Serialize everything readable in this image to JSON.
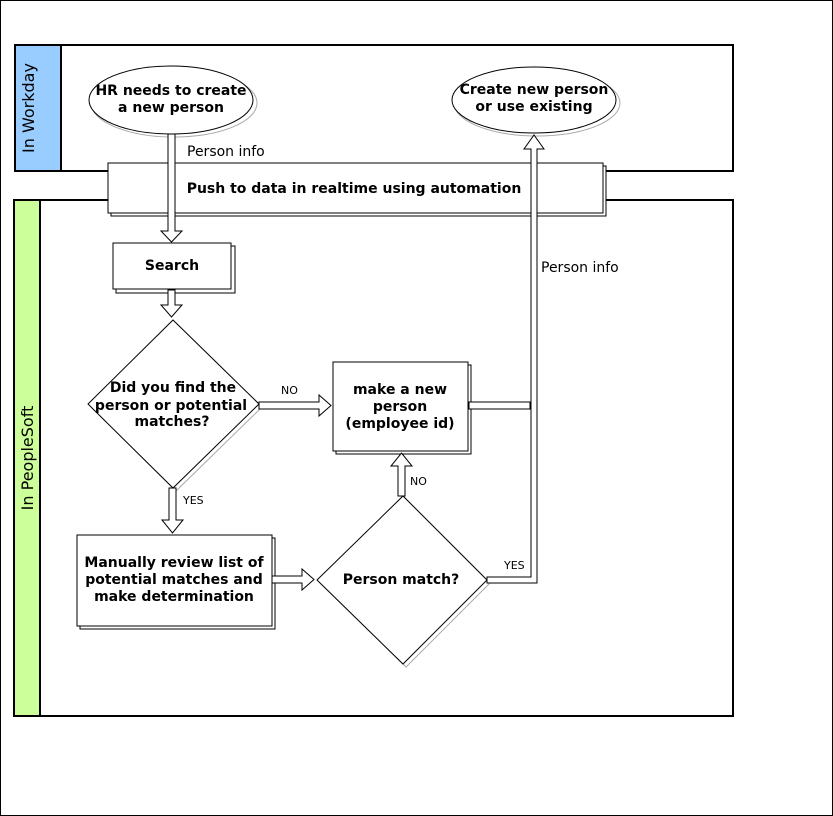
{
  "colors": {
    "workday_lane": "#99ccff",
    "peoplesoft_lane": "#ccff99",
    "stroke": "#000000",
    "shadow": "#aaaaaa"
  },
  "lanes": {
    "workday": "In Workday",
    "peoplesoft": "In PeopleSoft"
  },
  "nodes": {
    "start": [
      "HR needs to create",
      "a new person"
    ],
    "end": [
      "Create new person",
      "or use existing"
    ],
    "push": "Push to data in realtime using automation",
    "search": "Search",
    "did_find": [
      "Did you find the",
      "person or potential",
      "matches?"
    ],
    "make_new": [
      "make a new",
      "person",
      "(employee id)"
    ],
    "review": [
      "Manually review list of",
      "potential matches and",
      "make determination"
    ],
    "person_match": "Person match?"
  },
  "edges": {
    "person_info_top": "Person info",
    "person_info_right": "Person info",
    "no_1": "NO",
    "yes_1": "YES",
    "no_2": "NO",
    "yes_2": "YES"
  }
}
